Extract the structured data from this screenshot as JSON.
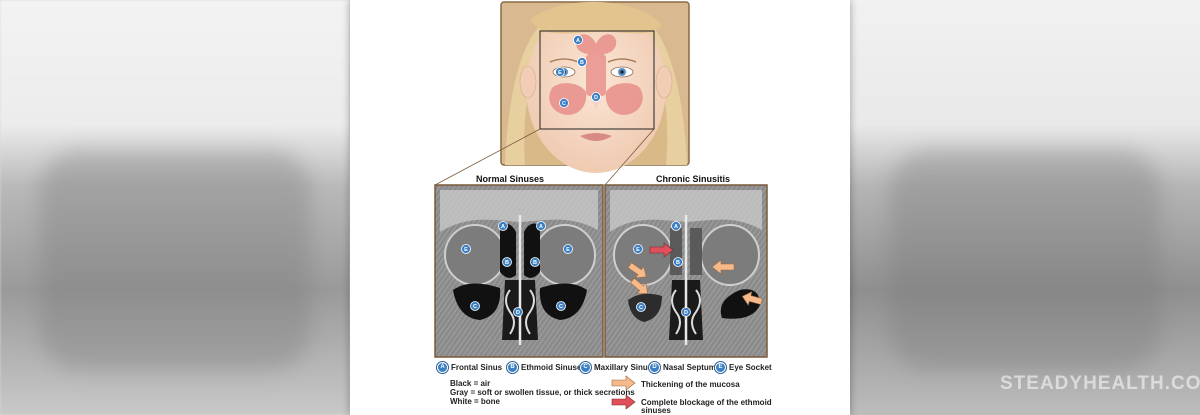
{
  "panels": {
    "normal_title": "Normal Sinuses",
    "chronic_title": "Chronic Sinusitis"
  },
  "markers": {
    "a": "A",
    "b": "B",
    "c": "C",
    "d": "D",
    "e": "E"
  },
  "legend": {
    "items": [
      {
        "letter": "A",
        "label": "Frontal Sinus"
      },
      {
        "letter": "B",
        "label": "Ethmoid Sinuses"
      },
      {
        "letter": "C",
        "label": "Maxillary Sinus"
      },
      {
        "letter": "D",
        "label": "Nasal Septum"
      },
      {
        "letter": "E",
        "label": "Eye Socket"
      }
    ],
    "key_black": "Black = air",
    "key_gray": "Gray = soft or swollen tissue, or thick secretions",
    "key_white": "White = bone",
    "arrow_light": "Thickening of the mucosa",
    "arrow_red": "Complete blockage of the ethmoid",
    "arrow_red_2": "sinuses"
  },
  "colors": {
    "badge": "#3b7fc4",
    "sinus": "#e8928c",
    "light_arrow": "#f5b98a",
    "red_arrow": "#e0505a",
    "frame": "#7a5a3a"
  },
  "watermark": "STEADYHEALTH.COM"
}
